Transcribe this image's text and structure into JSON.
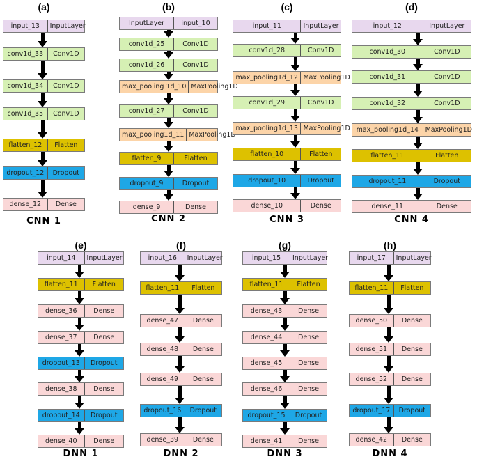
{
  "colors": {
    "InputLayer": "#e8d8ee",
    "Conv1D": "#d6f0b4",
    "MaxPooling1D": "#fcd4a8",
    "Flatten": "#ddc100",
    "Dropout": "#1ea7e6",
    "Dense": "#fad7d7",
    "arrow": "#000000"
  },
  "panels": [
    {
      "label": "(a)",
      "caption": "CNN 1",
      "layers": [
        {
          "name": "input_13",
          "type": "InputLayer"
        },
        {
          "name": "conv1d_33",
          "type": "Conv1D"
        },
        {
          "name": "conv1d_34",
          "type": "Conv1D"
        },
        {
          "name": "conv1d_35",
          "type": "Conv1D"
        },
        {
          "name": "flatten_12",
          "type": "Flatten"
        },
        {
          "name": "dropout_12",
          "type": "Dropout"
        },
        {
          "name": "dense_12",
          "type": "Dense"
        }
      ]
    },
    {
      "label": "(b)",
      "caption": "CNN 2",
      "layers": [
        {
          "name": "InputLayer",
          "type": "input_10",
          "style": "InputLayer"
        },
        {
          "name": "conv1d_25",
          "type": "Conv1D"
        },
        {
          "name": "conv1d_26",
          "type": "Conv1D"
        },
        {
          "name": "max_pooling 1d_10",
          "type": "MaxPooling1D"
        },
        {
          "name": "conv1d_27",
          "type": "Conv1D"
        },
        {
          "name": "max_pooling1d_11",
          "type": "MaxPooling1D"
        },
        {
          "name": "flatten_9",
          "type": "Flatten"
        },
        {
          "name": "dropout_9",
          "type": "Dropout"
        },
        {
          "name": "dense_9",
          "type": "Dense"
        }
      ]
    },
    {
      "label": "(c)",
      "caption": "CNN 3",
      "layers": [
        {
          "name": "input_11",
          "type": "InputLayer"
        },
        {
          "name": "conv1d_28",
          "type": "Conv1D"
        },
        {
          "name": "max_pooling1d_12",
          "type": "MaxPooling1D"
        },
        {
          "name": "conv1d_29",
          "type": "Conv1D"
        },
        {
          "name": "max_pooling1d_13",
          "type": "MaxPooling1D"
        },
        {
          "name": "flatten_10",
          "type": "Flatten"
        },
        {
          "name": "dropout_10",
          "type": "Dropout"
        },
        {
          "name": "dense_10",
          "type": "Dense"
        }
      ]
    },
    {
      "label": "(d)",
      "caption": "CNN 4",
      "layers": [
        {
          "name": "input_12",
          "type": "InputLayer"
        },
        {
          "name": "conv1d_30",
          "type": "Conv1D"
        },
        {
          "name": "conv1d_31",
          "type": "Conv1D"
        },
        {
          "name": "conv1d_32",
          "type": "Conv1D"
        },
        {
          "name": "max_pooling1d_14",
          "type": "MaxPooling1D"
        },
        {
          "name": "flatten_11",
          "type": "Flatten"
        },
        {
          "name": "dropout_11",
          "type": "Dropout"
        },
        {
          "name": "dense_11",
          "type": "Dense"
        }
      ]
    },
    {
      "label": "(e)",
      "caption": "DNN 1",
      "layers": [
        {
          "name": "input_14",
          "type": "InputLayer"
        },
        {
          "name": "flatten_11",
          "type": "Flatten"
        },
        {
          "name": "dense_36",
          "type": "Dense"
        },
        {
          "name": "dense_37",
          "type": "Dense"
        },
        {
          "name": "dropout_13",
          "type": "Dropout"
        },
        {
          "name": "dense_38",
          "type": "Dense"
        },
        {
          "name": "dropout_14",
          "type": "Dropout"
        },
        {
          "name": "dense_40",
          "type": "Dense"
        }
      ]
    },
    {
      "label": "(f)",
      "caption": "DNN 2",
      "layers": [
        {
          "name": "input_16",
          "type": "InputLayer"
        },
        {
          "name": "flatten_11",
          "type": "Flatten"
        },
        {
          "name": "dense_47",
          "type": "Dense"
        },
        {
          "name": "dense_48",
          "type": "Dense"
        },
        {
          "name": "dense_49",
          "type": "Dense"
        },
        {
          "name": "dropout_16",
          "type": "Dropout"
        },
        {
          "name": "dense_39",
          "type": "Dense"
        }
      ]
    },
    {
      "label": "(g)",
      "caption": "DNN 3",
      "layers": [
        {
          "name": "input_15",
          "type": "InputLayer"
        },
        {
          "name": "flatten_11",
          "type": "Flatten"
        },
        {
          "name": "dense_43",
          "type": "Dense"
        },
        {
          "name": "dense_44",
          "type": "Dense"
        },
        {
          "name": "dense_45",
          "type": "Dense"
        },
        {
          "name": "dense_46",
          "type": "Dense"
        },
        {
          "name": "dropout_15",
          "type": "Dropout"
        },
        {
          "name": "dense_41",
          "type": "Dense"
        }
      ]
    },
    {
      "label": "(h)",
      "caption": "DNN 4",
      "layers": [
        {
          "name": "input_17",
          "type": "InputLayer"
        },
        {
          "name": "flatten_11",
          "type": "Flatten"
        },
        {
          "name": "dense_50",
          "type": "Dense"
        },
        {
          "name": "dense_51",
          "type": "Dense"
        },
        {
          "name": "dense_52",
          "type": "Dense"
        },
        {
          "name": "dropout_17",
          "type": "Dropout"
        },
        {
          "name": "dense_42",
          "type": "Dense"
        }
      ]
    }
  ]
}
